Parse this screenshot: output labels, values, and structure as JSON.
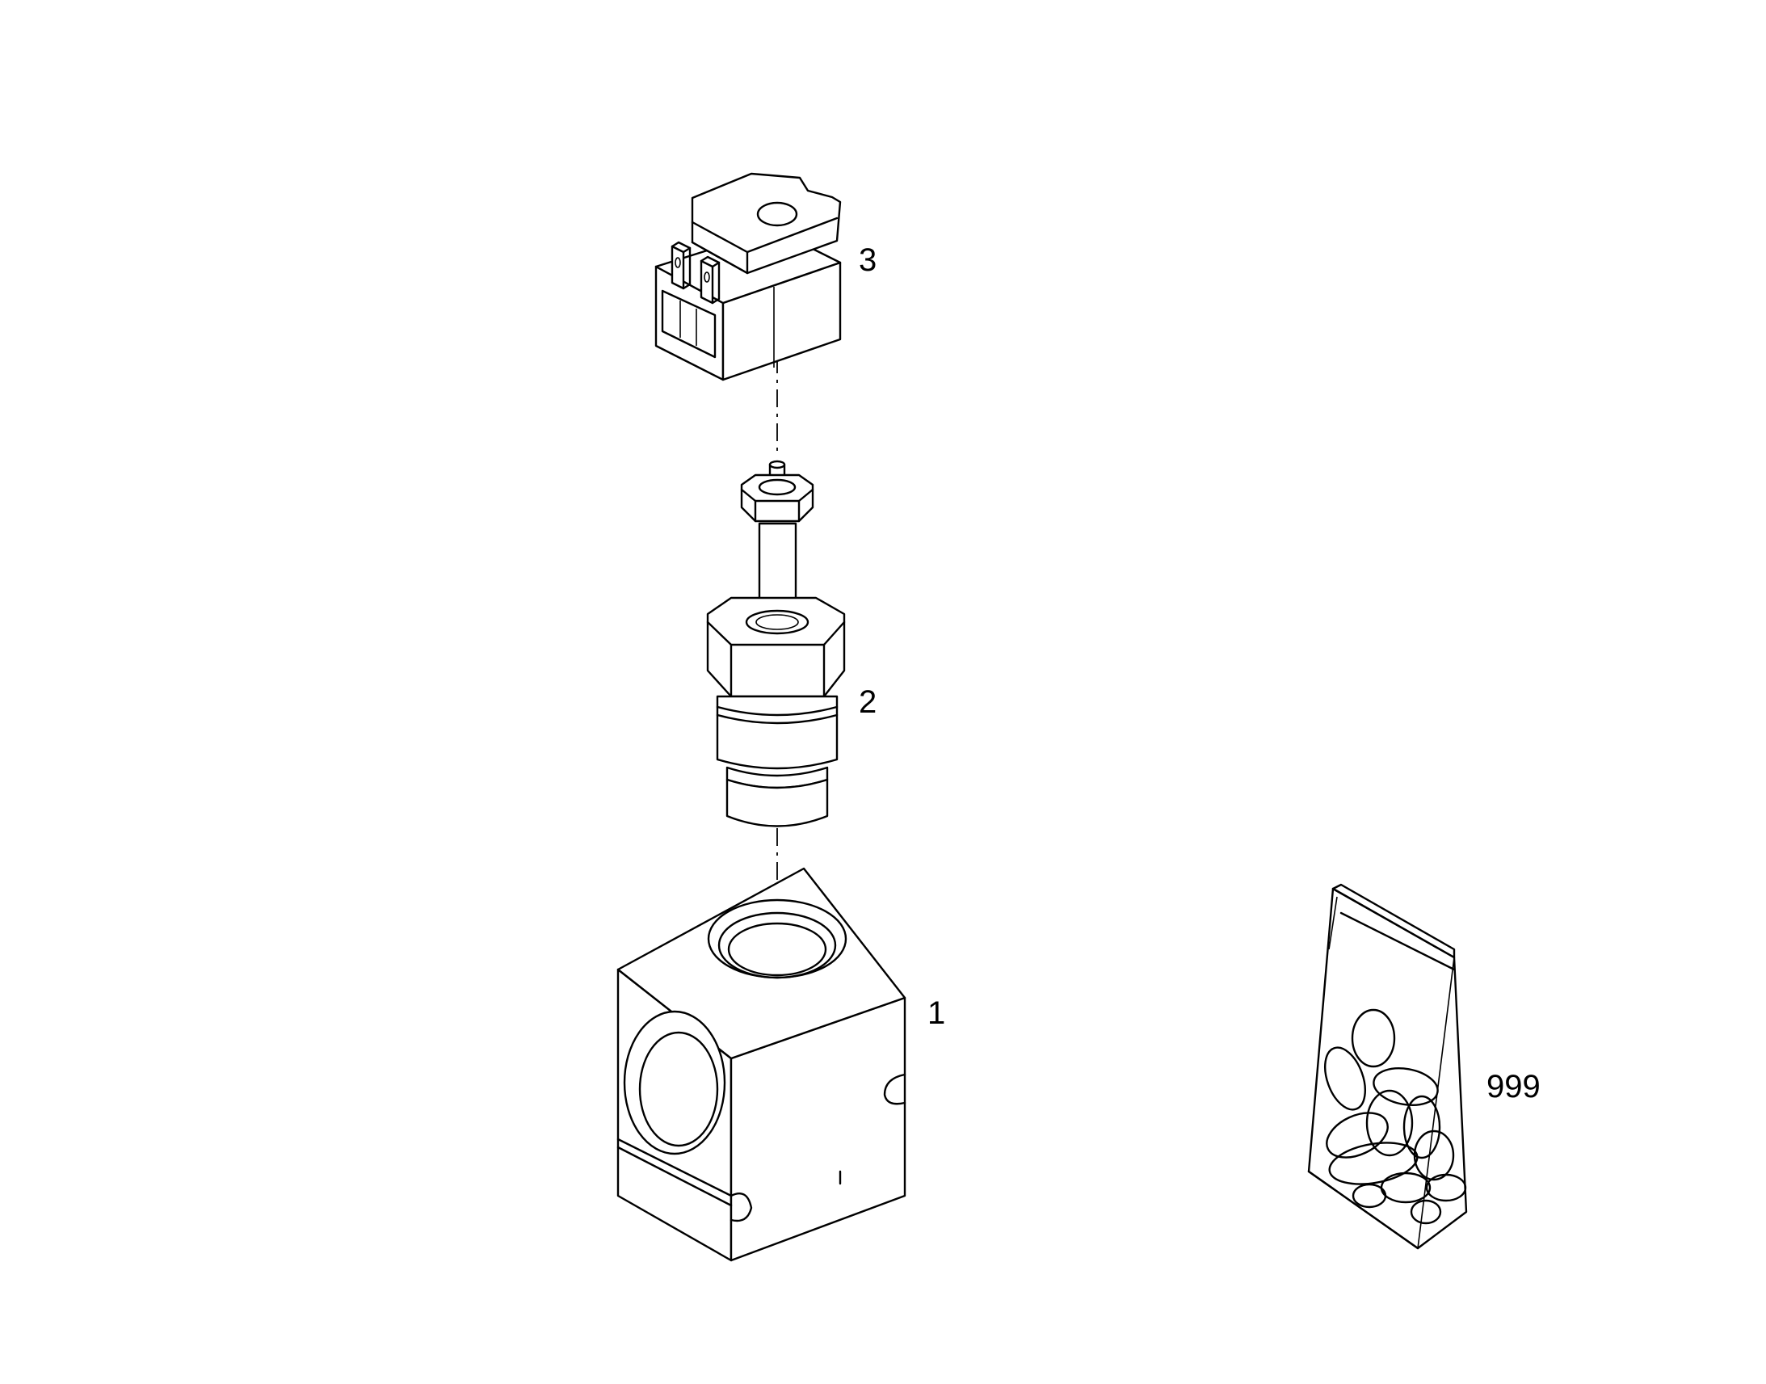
{
  "callouts": [
    {
      "id": "coil",
      "label": "3"
    },
    {
      "id": "valve-cartridge",
      "label": "2"
    },
    {
      "id": "valve-body",
      "label": "1"
    },
    {
      "id": "seal-kit",
      "label": "999"
    }
  ],
  "colors": {
    "line": "#000000",
    "background": "#ffffff"
  }
}
